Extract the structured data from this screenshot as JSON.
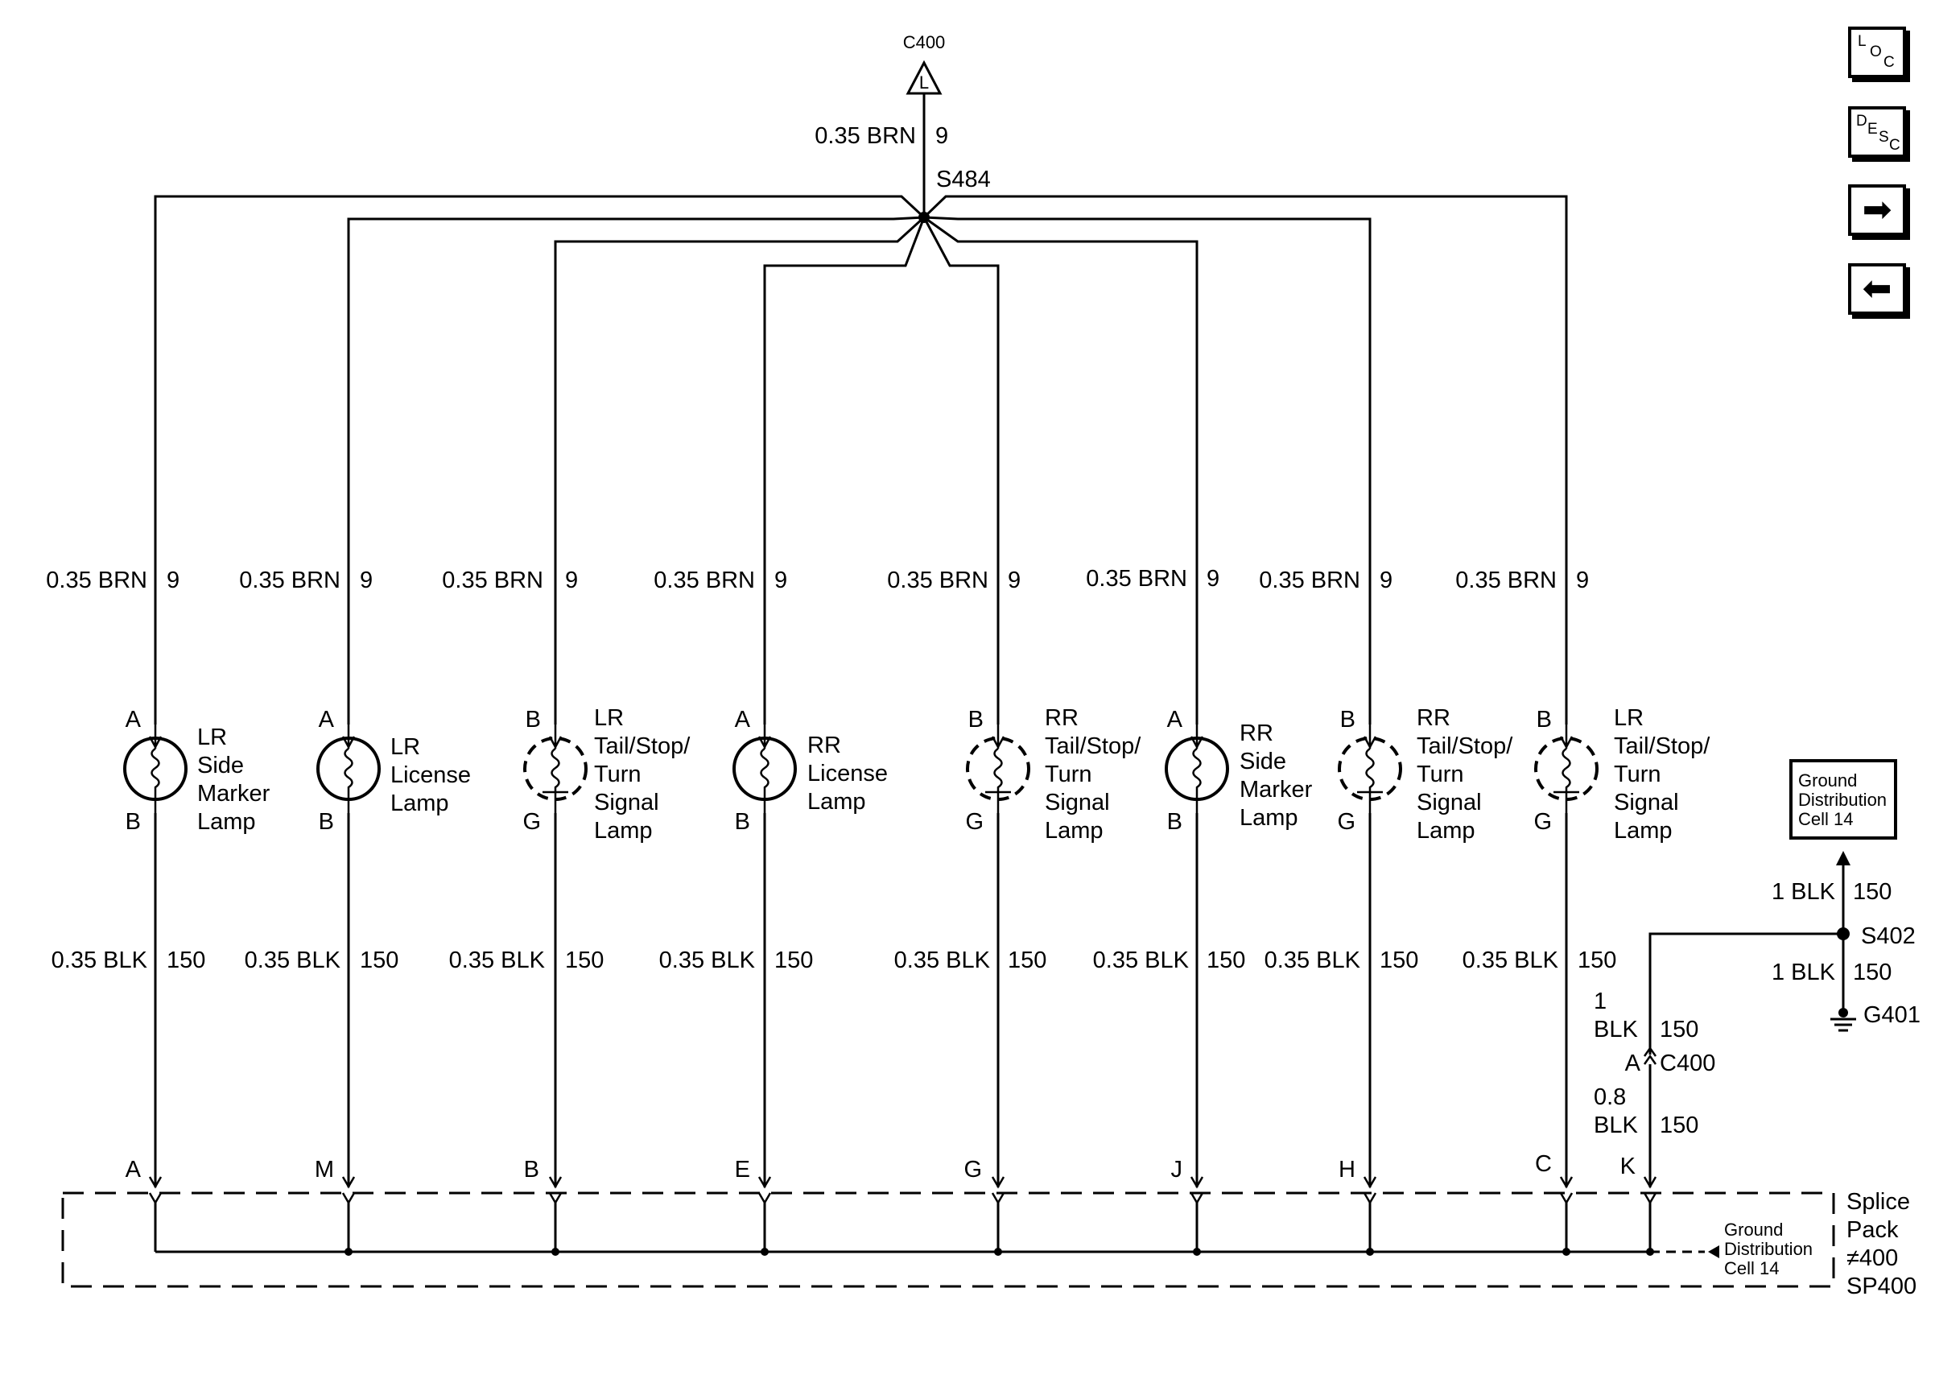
{
  "top": {
    "connector_label": "C400",
    "connector_pin": "L",
    "wire_size_color": "0.35 BRN",
    "wire_circuit": "9",
    "splice_label": "S484"
  },
  "lamps": [
    {
      "name": [
        "LR",
        "Side",
        "Marker",
        "Lamp"
      ],
      "top_pin": "A",
      "bottom_pin": "B",
      "dashed": false,
      "feed_size_color": "0.35 BRN",
      "feed_circuit": "9",
      "gnd_size_color": "0.35 BLK",
      "gnd_circuit": "150",
      "splice_pin": "A"
    },
    {
      "name": [
        "LR",
        "License",
        "Lamp"
      ],
      "top_pin": "A",
      "bottom_pin": "B",
      "dashed": false,
      "feed_size_color": "0.35 BRN",
      "feed_circuit": "9",
      "gnd_size_color": "0.35 BLK",
      "gnd_circuit": "150",
      "splice_pin": "M"
    },
    {
      "name": [
        "LR",
        "Tail/Stop/",
        "Turn",
        "Signal",
        "Lamp"
      ],
      "top_pin": "B",
      "bottom_pin": "G",
      "dashed": true,
      "feed_size_color": "0.35 BRN",
      "feed_circuit": "9",
      "gnd_size_color": "0.35 BLK",
      "gnd_circuit": "150",
      "splice_pin": "B"
    },
    {
      "name": [
        "RR",
        "License",
        "Lamp"
      ],
      "top_pin": "A",
      "bottom_pin": "B",
      "dashed": false,
      "feed_size_color": "0.35 BRN",
      "feed_circuit": "9",
      "gnd_size_color": "0.35 BLK",
      "gnd_circuit": "150",
      "splice_pin": "E"
    },
    {
      "name": [
        "RR",
        "Tail/Stop/",
        "Turn",
        "Signal",
        "Lamp"
      ],
      "top_pin": "B",
      "bottom_pin": "G",
      "dashed": true,
      "feed_size_color": "0.35 BRN",
      "feed_circuit": "9",
      "gnd_size_color": "0.35 BLK",
      "gnd_circuit": "150",
      "splice_pin": "G"
    },
    {
      "name": [
        "RR",
        "Side",
        "Marker",
        "Lamp"
      ],
      "top_pin": "A",
      "bottom_pin": "B",
      "dashed": false,
      "feed_size_color": "0.35 BRN",
      "feed_circuit": "9",
      "gnd_size_color": "0.35 BLK",
      "gnd_circuit": "150",
      "splice_pin": "J"
    },
    {
      "name": [
        "RR",
        "Tail/Stop/",
        "Turn",
        "Signal",
        "Lamp"
      ],
      "top_pin": "B",
      "bottom_pin": "G",
      "dashed": true,
      "feed_size_color": "0.35 BRN",
      "feed_circuit": "9",
      "gnd_size_color": "0.35 BLK",
      "gnd_circuit": "150",
      "splice_pin": "H"
    },
    {
      "name": [
        "LR",
        "Tail/Stop/",
        "Turn",
        "Signal",
        "Lamp"
      ],
      "top_pin": "B",
      "bottom_pin": "G",
      "dashed": true,
      "feed_size_color": "0.35 BRN",
      "feed_circuit": "9",
      "gnd_size_color": "0.35 BLK",
      "gnd_circuit": "150",
      "splice_pin": "C"
    }
  ],
  "ground": {
    "box_lines": [
      "Ground",
      "Distribution",
      "Cell 14"
    ],
    "upper_size_color": "1 BLK",
    "upper_circuit": "150",
    "splice_label": "S402",
    "lower_size_color": "1 BLK",
    "lower_circuit": "150",
    "ground_label": "G401",
    "k_wire1_size": "1",
    "k_wire1_color": "BLK",
    "k_wire1_circuit": "150",
    "connector_pin": "A",
    "connector_label": "C400",
    "k_wire2_size": "0.8",
    "k_wire2_color": "BLK",
    "k_wire2_circuit": "150",
    "k_pin": "K"
  },
  "splice_pack": {
    "label_lines": [
      "Splice",
      "Pack",
      "≠400",
      "SP400"
    ],
    "ref_lines": [
      "Ground",
      "Distribution",
      "Cell 14"
    ]
  },
  "nav": {
    "loc_letters": [
      "L",
      "O",
      "C"
    ],
    "desc_letters": [
      "D",
      "E",
      "S",
      "C"
    ],
    "next_icon": "arrow-right-icon",
    "prev_icon": "arrow-left-icon",
    "next_glyph": "➡",
    "prev_glyph": "⬅"
  }
}
